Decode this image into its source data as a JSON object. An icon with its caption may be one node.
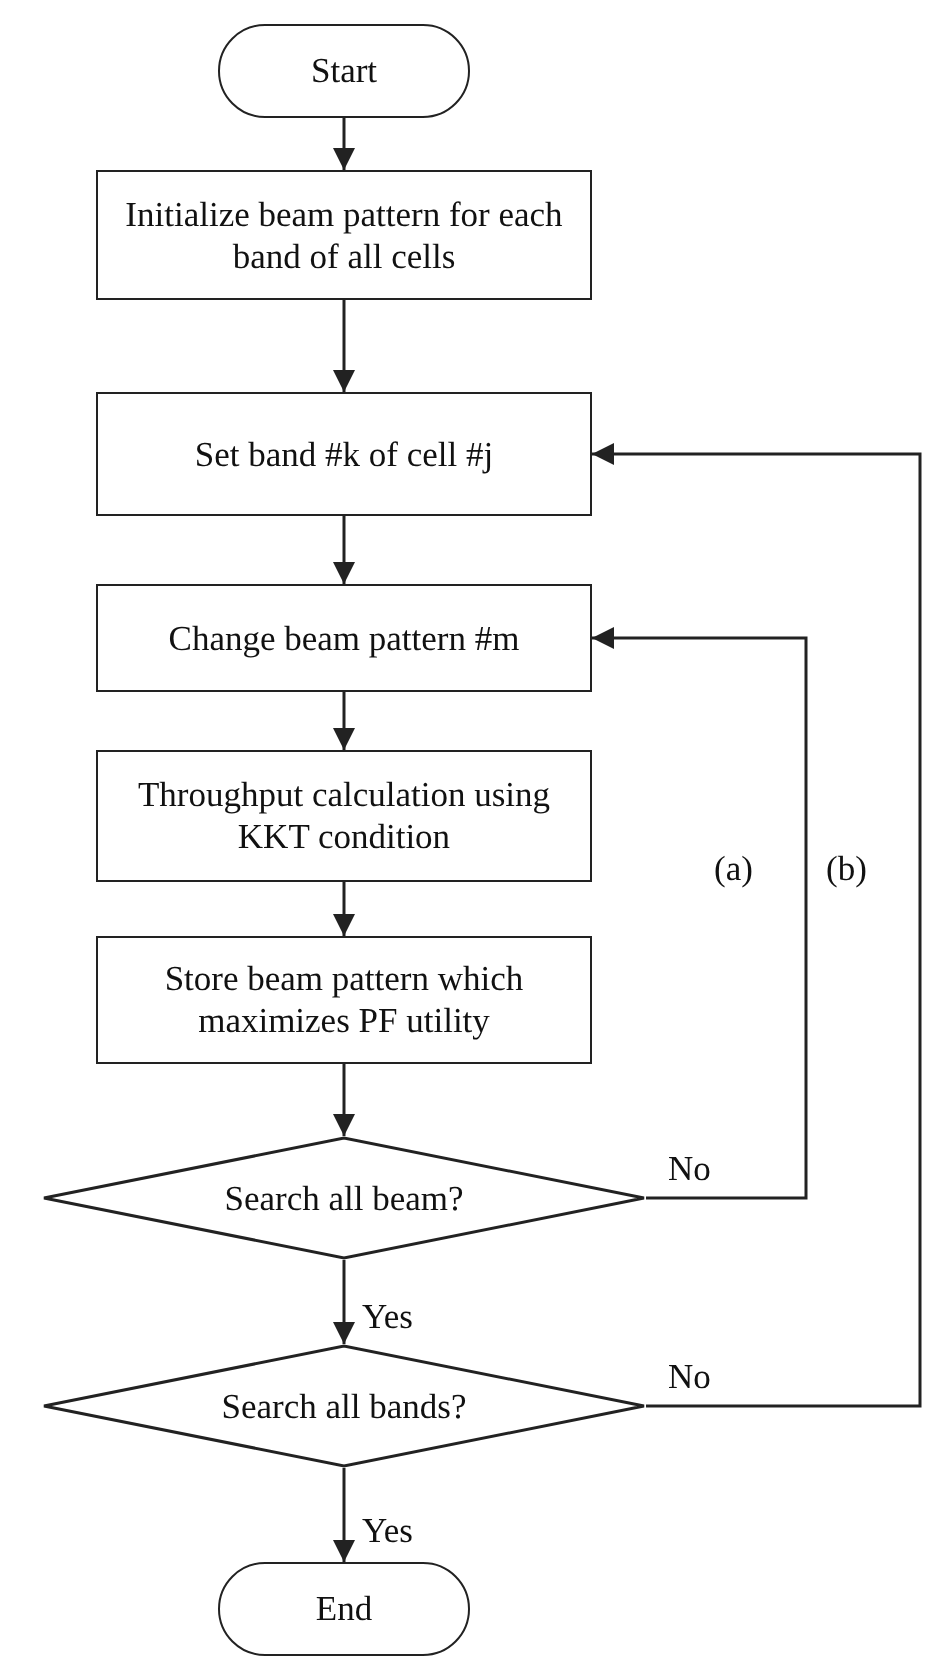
{
  "diagram": {
    "nodes": [
      {
        "text": [
          "Start"
        ]
      },
      {
        "text": [
          "Initialize beam pattern for each band of all cells"
        ]
      },
      {
        "text": [
          "Set band #k of cell #j"
        ]
      },
      {
        "text": [
          "Change beam pattern #m"
        ]
      },
      {
        "text": [
          "Throughput calculation using KKT condition"
        ]
      },
      {
        "text": [
          "Store beam pattern which maximizes PF utility"
        ]
      },
      {
        "text": [
          "Search all beam?"
        ]
      },
      {
        "text": [
          "Search all bands?"
        ]
      },
      {
        "text": [
          "End"
        ]
      }
    ],
    "edges": [
      {
        "from": 0,
        "to": 1,
        "arrow": "to"
      },
      {
        "from": 1,
        "to": 2,
        "arrow": "to"
      },
      {
        "from": 2,
        "to": 3,
        "arrow": "to"
      },
      {
        "from": 3,
        "to": 4,
        "arrow": "to"
      },
      {
        "from": 4,
        "to": 5,
        "arrow": "to"
      },
      {
        "from": 5,
        "to": 6,
        "arrow": "to"
      },
      {
        "from": 6,
        "to": 7,
        "arrow": "to",
        "label": "Yes"
      },
      {
        "from": 7,
        "to": 8,
        "arrow": "to",
        "label": "Yes"
      },
      {
        "from": 6,
        "to": 3,
        "arrow": "to",
        "label": "No"
      },
      {
        "from": 7,
        "to": 2,
        "arrow": "to",
        "label": "No"
      }
    ],
    "labels": [
      "(a)",
      "(b)"
    ]
  }
}
